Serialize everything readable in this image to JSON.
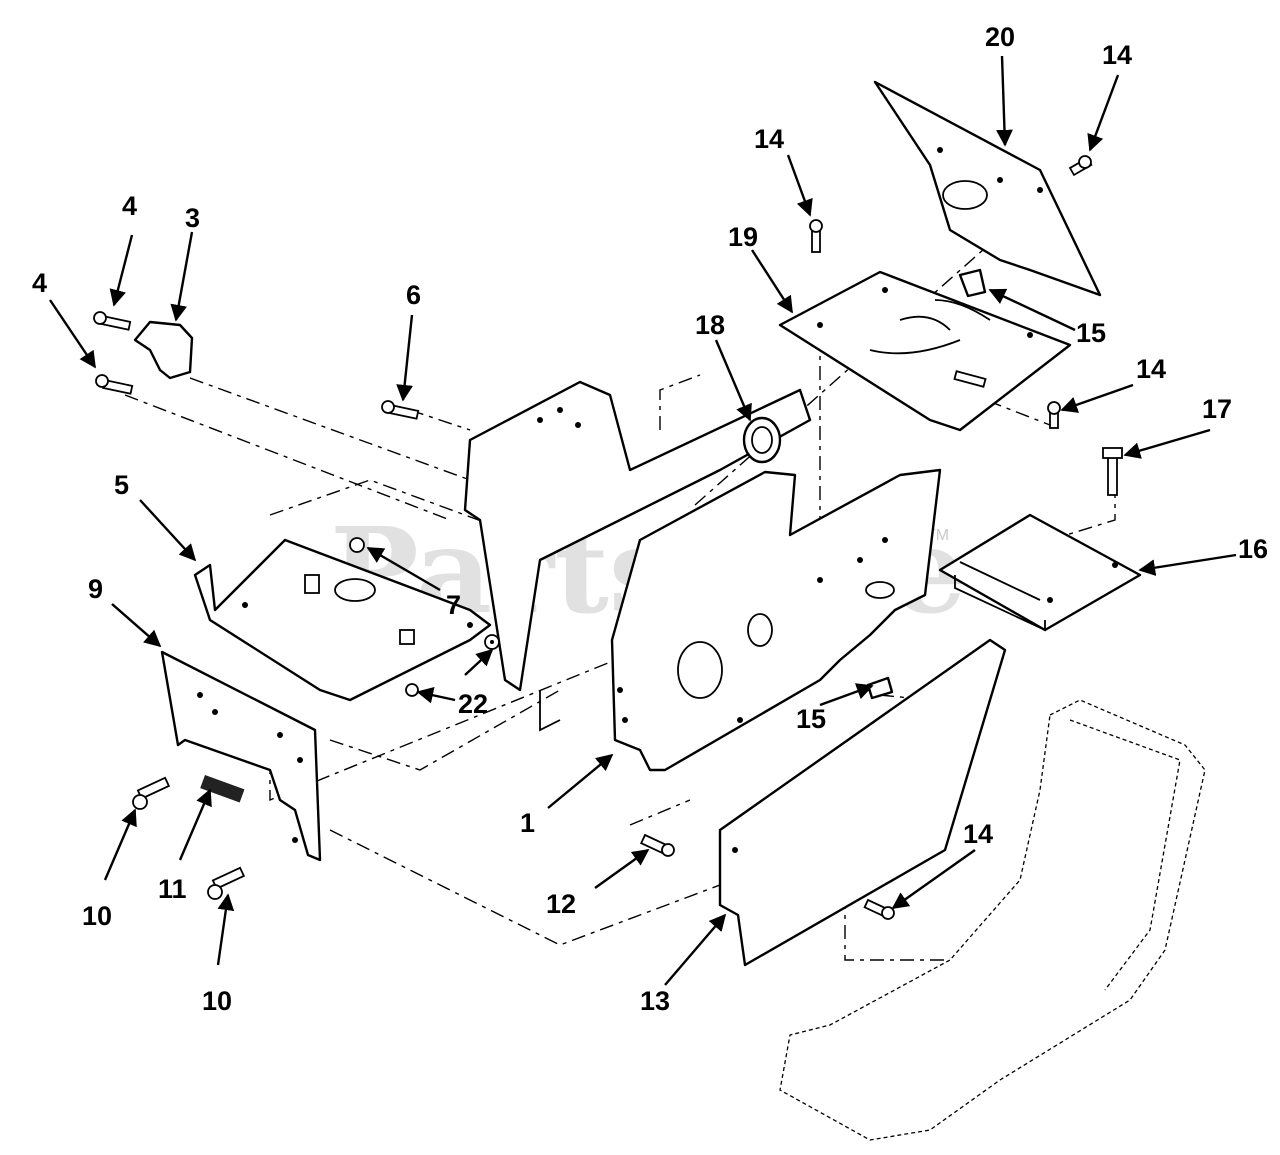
{
  "watermark": {
    "text": "PartsTree",
    "tm": "TM"
  },
  "callouts": {
    "c1": "1",
    "c3": "3",
    "c4a": "4",
    "c4b": "4",
    "c5": "5",
    "c6": "6",
    "c7": "7",
    "c9": "9",
    "c10a": "10",
    "c10b": "10",
    "c11": "11",
    "c12": "12",
    "c13": "13",
    "c14a": "14",
    "c14b": "14",
    "c14c": "14",
    "c14d": "14",
    "c15a": "15",
    "c15b": "15",
    "c16": "16",
    "c17": "17",
    "c18": "18",
    "c19": "19",
    "c20": "20",
    "c22": "22"
  }
}
